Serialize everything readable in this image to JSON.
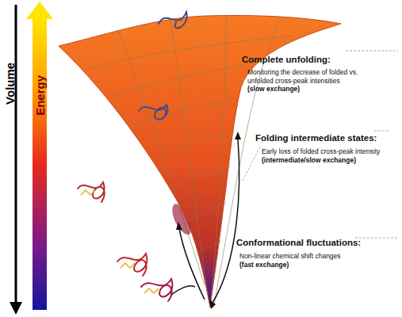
{
  "diagram": {
    "labels": [
      "Volume",
      "Energy",
      "Complete unfolding:",
      "Monitoring the decrease of folded vs. unfolded cross-peak intensities",
      "(slow exchange)",
      "Folding intermediate states:",
      "Early loss of folded cross-peak intensity",
      "(intermediate/slow exchange)",
      "Conformational fluctuations:",
      "Non-linear chemical shift changes",
      "(fast exchange)"
    ]
  }
}
